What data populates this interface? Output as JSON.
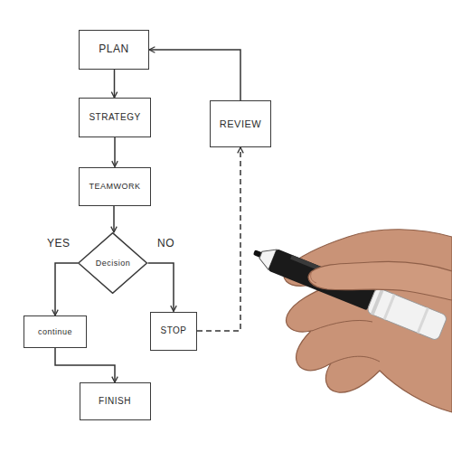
{
  "diagram": {
    "nodes": [
      {
        "text": [
          "PLAN"
        ]
      },
      {
        "text": [
          "STRATEGY"
        ]
      },
      {
        "text": [
          "REVIEW"
        ]
      },
      {
        "text": [
          "TEAMWORK"
        ]
      },
      {
        "text": [
          "Decision"
        ]
      },
      {
        "text": [
          "continue"
        ]
      },
      {
        "text": [
          "STOP"
        ]
      },
      {
        "text": [
          "FINISH"
        ]
      }
    ],
    "edges": [
      {
        "from": 0,
        "to": 1,
        "arrow": "to"
      },
      {
        "from": 1,
        "to": 3,
        "arrow": "to"
      },
      {
        "from": 3,
        "to": 4,
        "arrow": "to"
      },
      {
        "from": 4,
        "to": 5,
        "label": "YES",
        "arrow": "to"
      },
      {
        "from": 4,
        "to": 6,
        "label": "NO",
        "arrow": "to"
      },
      {
        "from": 5,
        "to": 7,
        "arrow": "to"
      },
      {
        "from": 6,
        "to": 2,
        "arrow": "to"
      },
      {
        "from": 2,
        "to": 0,
        "arrow": "to"
      }
    ]
  }
}
